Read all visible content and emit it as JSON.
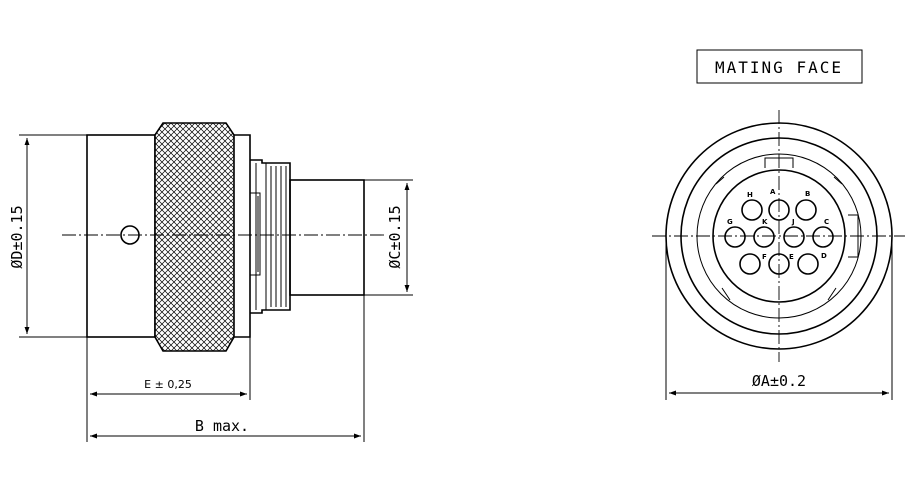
{
  "labels": {
    "mating_face": "MATING FACE",
    "dim_d": "ØD±0.15",
    "dim_c": "ØC±0.15",
    "dim_e": "E ± 0,25",
    "dim_b": "B max.",
    "dim_a": "ØA±0.2"
  },
  "pins": [
    "H",
    "A",
    "B",
    "G",
    "K",
    "C",
    "J",
    "F",
    "E",
    "D"
  ]
}
